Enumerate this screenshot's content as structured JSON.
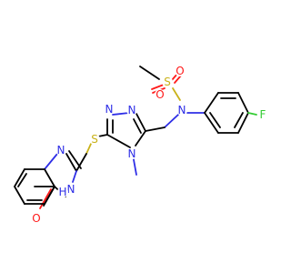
{
  "molecule": {
    "atoms": [
      {
        "key": "o1",
        "label": "O"
      },
      {
        "key": "s1",
        "label": "S"
      },
      {
        "key": "o2",
        "label": "O"
      },
      {
        "key": "n_sulf",
        "label": "N"
      },
      {
        "key": "f",
        "label": "F"
      },
      {
        "key": "n_tri1",
        "label": "N"
      },
      {
        "key": "n_tri2",
        "label": "N"
      },
      {
        "key": "n_tri4",
        "label": "N"
      },
      {
        "key": "s_thio",
        "label": "S"
      },
      {
        "key": "n_q1",
        "label": "N"
      },
      {
        "key": "n_q3",
        "label": "N"
      },
      {
        "key": "h_q3",
        "label": "H"
      },
      {
        "key": "o_q",
        "label": "O"
      }
    ],
    "colors": {
      "carbon": "#000000",
      "nitrogen": "#2e2ee6",
      "sulfur": "#c9b21a",
      "oxygen": "#ff1a1a",
      "fluorine": "#33cc33"
    }
  }
}
